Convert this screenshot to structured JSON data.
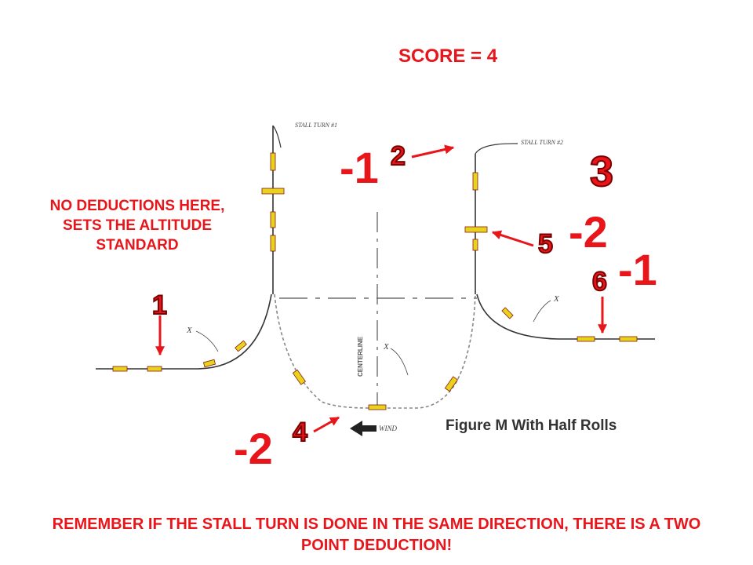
{
  "score_text": "SCORE = 4",
  "note_text": "NO DEDUCTIONS HERE, SETS THE ALTITUDE STANDARD",
  "reminder_text": "REMEMBER IF THE STALL TURN IS DONE IN THE SAME DIRECTION, THERE IS A TWO POINT DEDUCTION!",
  "figure_title": "Figure M With Half Rolls",
  "diagram_labels": {
    "stall_turn_1": "STALL TURN #1",
    "stall_turn_2": "STALL TURN #2",
    "wind": "WIND",
    "centerline": "CENTERLINE",
    "x_mark": "X"
  },
  "deductions": [
    "-1",
    "-2",
    "-1",
    "-2"
  ],
  "markers": [
    "1",
    "2",
    "3",
    "4",
    "5",
    "6"
  ],
  "colors": {
    "annotation": "#e8151b",
    "diagram_line": "#333333",
    "aircraft": "#e8d21b"
  }
}
